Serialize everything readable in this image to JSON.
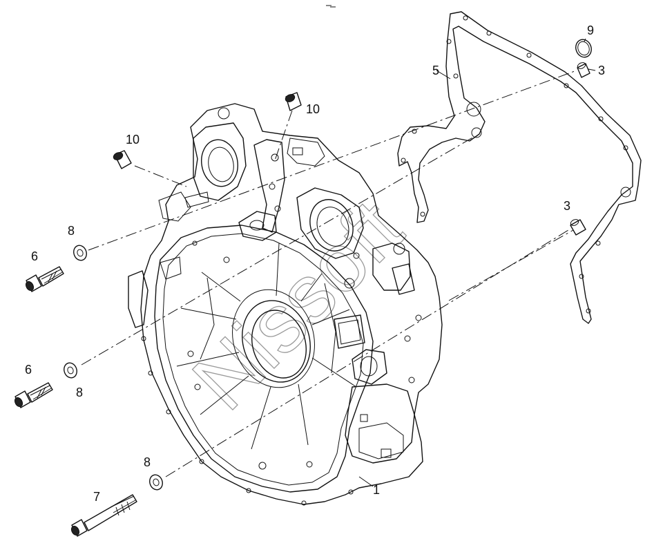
{
  "watermark": "Nissoft",
  "callouts": [
    {
      "id": "c1",
      "label": "1"
    },
    {
      "id": "c3a",
      "label": "3"
    },
    {
      "id": "c3b",
      "label": "3"
    },
    {
      "id": "c5",
      "label": "5"
    },
    {
      "id": "c6a",
      "label": "6"
    },
    {
      "id": "c6b",
      "label": "6"
    },
    {
      "id": "c7",
      "label": "7"
    },
    {
      "id": "c8a",
      "label": "8"
    },
    {
      "id": "c8b",
      "label": "8"
    },
    {
      "id": "c8c",
      "label": "8"
    },
    {
      "id": "c9",
      "label": "9"
    },
    {
      "id": "c10a",
      "label": "10"
    },
    {
      "id": "c10b",
      "label": "10"
    }
  ]
}
